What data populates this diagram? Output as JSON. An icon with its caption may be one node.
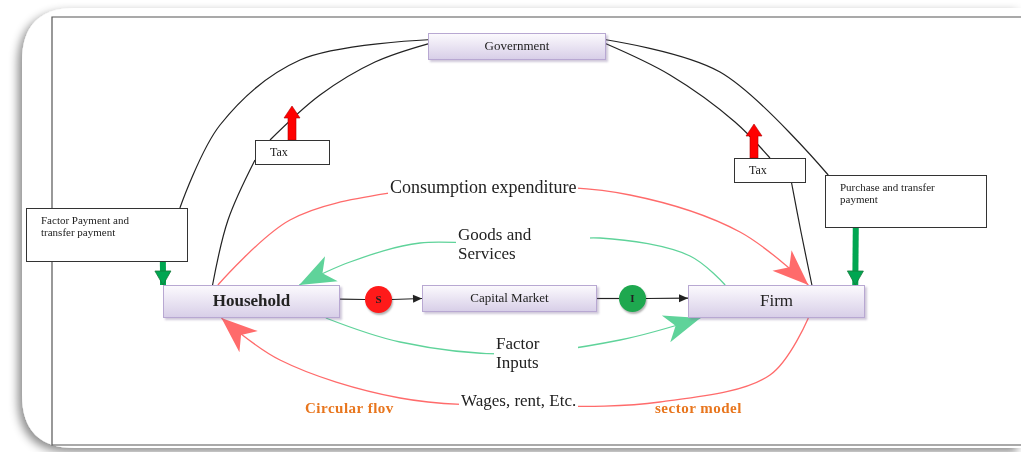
{
  "diagram": {
    "nodes": [
      {
        "text": [
          "Government"
        ]
      },
      {
        "text": [
          "Tax"
        ]
      },
      {
        "text": [
          "Tax"
        ]
      },
      {
        "text": [
          "Factor Payment and transfer payment"
        ]
      },
      {
        "text": [
          "Purchase and transfer payment"
        ]
      },
      {
        "text": [
          "Household"
        ]
      },
      {
        "text": [
          "S"
        ]
      },
      {
        "text": [
          "Capital Market"
        ]
      },
      {
        "text": [
          "I"
        ]
      },
      {
        "text": [
          "Firm"
        ]
      }
    ],
    "edges": [
      {
        "from": 5,
        "to": 1,
        "arrow": "none"
      },
      {
        "from": 1,
        "to": 0,
        "arrow": "none"
      },
      {
        "from": 0,
        "to": 3,
        "arrow": "none"
      },
      {
        "from": 3,
        "to": 5,
        "arrow": "to",
        "style": "thick",
        "color": "#00a651"
      },
      {
        "from": 9,
        "to": 2,
        "arrow": "none"
      },
      {
        "from": 2,
        "to": 0,
        "arrow": "none"
      },
      {
        "from": 0,
        "to": 4,
        "arrow": "none"
      },
      {
        "from": 4,
        "to": 9,
        "arrow": "to",
        "style": "thick",
        "color": "#00a651"
      },
      {
        "from": 5,
        "to": 9,
        "arrow": "to",
        "label": "Consumption expenditure",
        "color": "#ff6b6b"
      },
      {
        "from": 9,
        "to": 5,
        "arrow": "to",
        "label": "Goods and Services",
        "color": "#5fd39a"
      },
      {
        "from": 5,
        "to": 9,
        "arrow": "to",
        "label": "Factor Inputs",
        "color": "#5fd39a"
      },
      {
        "from": 9,
        "to": 5,
        "arrow": "to",
        "label": "Wages, rent, Etc.",
        "color": "#ff6b6b"
      },
      {
        "from": 5,
        "to": 6,
        "arrow": "none"
      },
      {
        "from": 6,
        "to": 7,
        "arrow": "to"
      },
      {
        "from": 7,
        "to": 8,
        "arrow": "none"
      },
      {
        "from": 8,
        "to": 9,
        "arrow": "to"
      }
    ],
    "labels": [
      "Circular flov",
      "sector model"
    ]
  }
}
